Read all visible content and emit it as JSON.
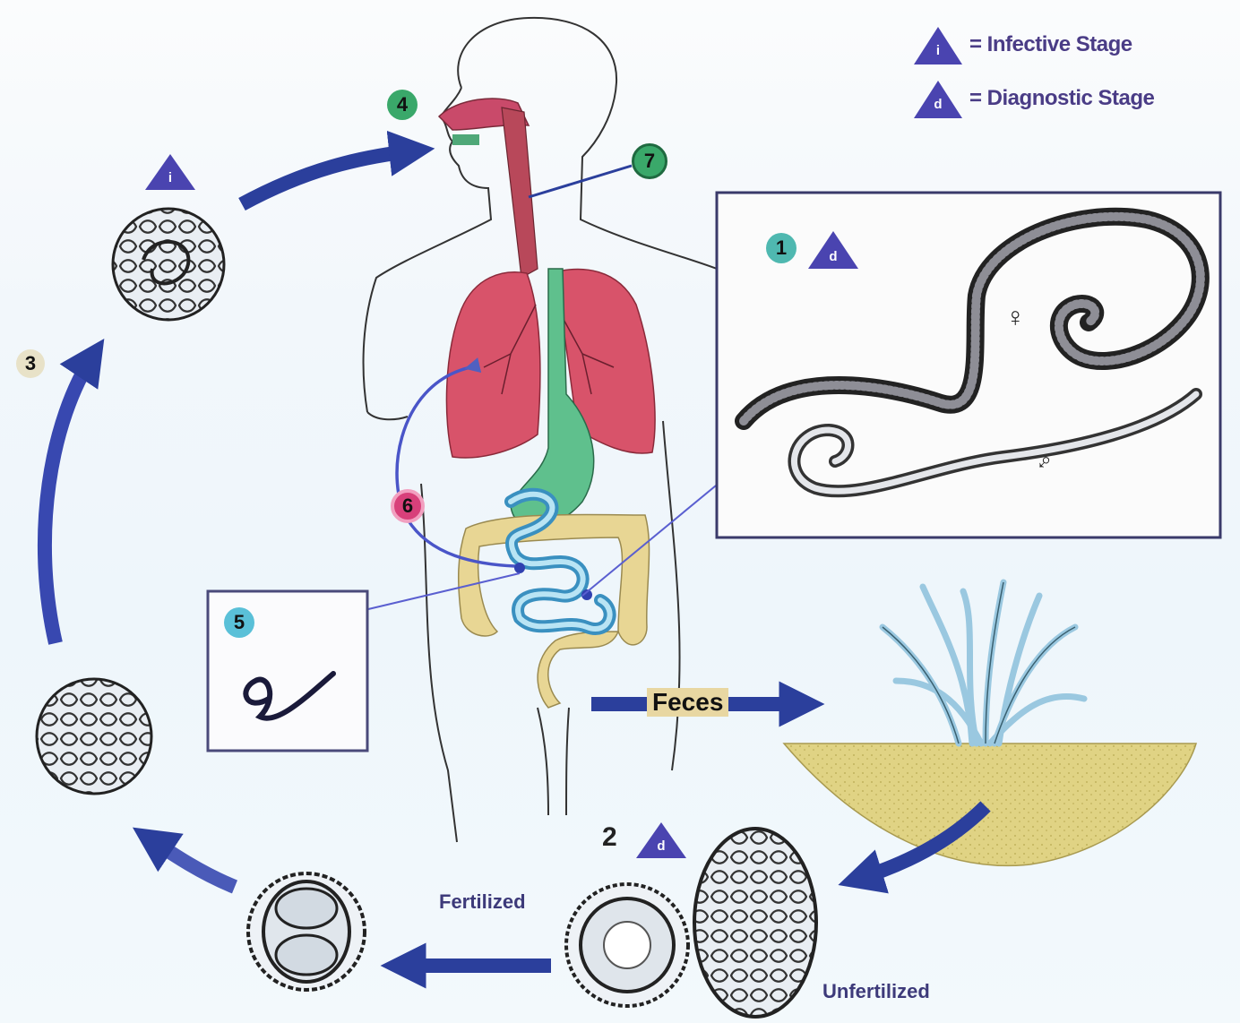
{
  "legend": {
    "infective": {
      "letter": "i",
      "label": "= Infective Stage"
    },
    "diagnostic": {
      "letter": "d",
      "label": "= Diagnostic Stage"
    }
  },
  "steps": {
    "s1": "1",
    "s2": "2",
    "s3": "3",
    "s4": "4",
    "s5": "5",
    "s6": "6",
    "s7": "7"
  },
  "stage_letters": {
    "infective": "i",
    "diagnostic": "d"
  },
  "labels": {
    "feces": "Feces",
    "fertilized": "Fertilized",
    "unfertilized": "Unfertilized",
    "female_symbol": "♀",
    "male_symbol": "♂"
  },
  "colors": {
    "arrow_blue": "#2b3f9c",
    "lung_red": "#d8536a",
    "stomach_green": "#5fc08d",
    "colon_yellow": "#e8d694",
    "small_intestine_blue": "#7cc8e8",
    "marker_green": "#3aa86a",
    "marker_teal": "#4fb8b0",
    "marker_pink": "#d8407a",
    "soil_yellow": "#e0d384",
    "triangle_blue": "#4a44b0"
  }
}
